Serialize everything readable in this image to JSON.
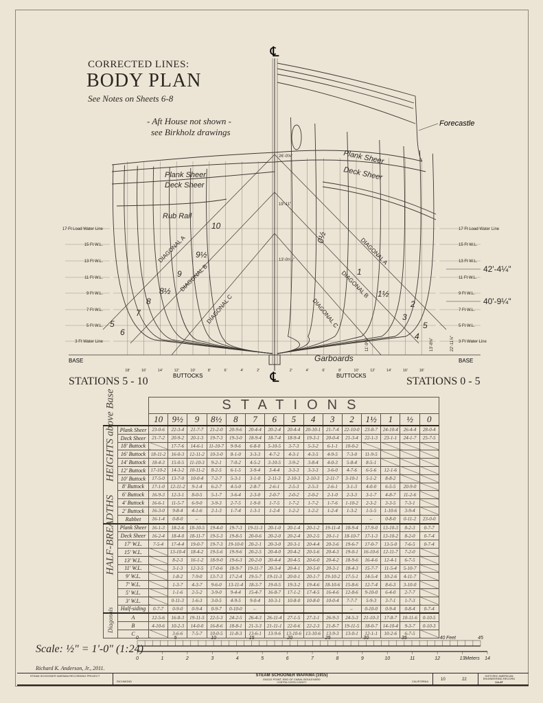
{
  "title": {
    "line1": "CORRECTED LINES:",
    "line2": "BODY PLAN",
    "line3": "See Notes on Sheets 6-8"
  },
  "note": {
    "line1": "- Aft House not shown -",
    "line2": "see Birkholz drawings"
  },
  "drawing": {
    "centerline_symbol": "℄",
    "forecastle": "Forecastle",
    "plank_sheer": "Plank Sheer",
    "deck_sheer": "Deck Sheer",
    "rub_rail": "Rub Rail",
    "garboards": "Garboards",
    "waterlines": [
      "17 Ft Load Water Line",
      "15 Ft W.L.",
      "13 Ft W.L.",
      "11 Ft W.L.",
      "9 Ft W.L.",
      "7 Ft W.L.",
      "5 Ft W.L.",
      "3 Ft Water Line"
    ],
    "base": "BASE",
    "buttocks": "BUTTOCKS",
    "buttock_ticks_left": [
      "18'",
      "16'",
      "14'",
      "12'",
      "10'",
      "8'",
      "6'",
      "4'",
      "2'"
    ],
    "buttock_ticks_right": [
      "2'",
      "4'",
      "6'",
      "8'",
      "10'",
      "12'",
      "14'",
      "16'",
      "18'"
    ],
    "station_labels_left": [
      "10",
      "9½",
      "9",
      "8½",
      "8",
      "7",
      "6",
      "5"
    ],
    "station_labels_right": [
      "0½",
      "1",
      "1½",
      "2",
      "3",
      "5",
      "4"
    ],
    "diagonals": [
      "DIAGONAL A",
      "DIAGONAL B",
      "DIAGONAL C"
    ],
    "dims": {
      "d1": "26'-0⅝\"",
      "d2": "19'-11\"",
      "d3": "13'-0⁵⁄₁₆\"",
      "d4": "42'-4¼\"",
      "d5": "40'-9¼\"",
      "v1": "11'-9¼\"",
      "v2": "13'-8⅛\"",
      "v3": "22'-11⅞\""
    },
    "stations_left": "STATIONS 5 - 10",
    "stations_right": "STATIONS 0 - 5"
  },
  "offsets": {
    "header": "STATIONS",
    "stations": [
      "10",
      "9½",
      "9",
      "8½",
      "8",
      "7",
      "6",
      "5",
      "4",
      "3",
      "2",
      "1½",
      "1",
      "½",
      "0"
    ],
    "sections": [
      {
        "name": "HEIGHTS above Base",
        "rows": [
          {
            "label": "Plank Sheer",
            "values": [
              "23-0-6",
              "22-3-4",
              "21-7-7",
              "21-2-0",
              "20-9-6",
              "20-4-4",
              "20-2-4",
              "20-4-4",
              "20-10-1",
              "21-7-4",
              "22-10-0",
              "23-8-7",
              "24-10-4",
              "26-4-4",
              "28-0-4"
            ]
          },
          {
            "label": "Deck Sheer",
            "values": [
              "21-7-2",
              "20-9-2",
              "20-1-3",
              "19-7-3",
              "19-3-0",
              "18-9-4",
              "18-7-4",
              "18-9-4",
              "19-3-1",
              "20-0-4",
              "21-3-4",
              "22-1-3",
              "23-1-1",
              "24-1-7",
              "25-7-5"
            ]
          },
          {
            "label": "18' Buttock",
            "values": [
              null,
              "17-7-6",
              "14-6-1",
              "11-10-7",
              "9-9-6",
              "6-8-0",
              "5-10-5",
              "3-7-3",
              "5-3-2",
              "6-1-1",
              "10-0-2",
              null,
              null,
              null,
              null
            ]
          },
          {
            "label": "16' Buttock",
            "values": [
              "18-11-2",
              "16-0-3",
              "12-11-2",
              "10-3-0",
              "8-1-0",
              "3-3-3",
              "4-7-2",
              "4-3-1",
              "4-3-5",
              "4-9-5",
              "7-3-0",
              "11-9-5",
              null,
              null,
              null
            ]
          },
          {
            "label": "14' Buttock",
            "values": [
              "18-4-3",
              "15-0-5",
              "11-10-3",
              "9-2-1",
              "7-0-2",
              "4-5-2",
              "3-10-5",
              "3-9-2",
              "3-8-4",
              "4-0-3",
              "5-8-4",
              "8-5-1",
              null,
              null,
              null
            ]
          },
          {
            "label": "12' Buttock",
            "values": [
              "17-10-2",
              "14-3-2",
              "10-11-2",
              "8-2-5",
              "6-1-5",
              "3-9-4",
              "3-4-4",
              "3-3-3",
              "3-3-3",
              "3-6-0",
              "4-7-6",
              "6-5-6",
              "12-1-6",
              null,
              null
            ]
          },
          {
            "label": "10' Buttock",
            "values": [
              "17-5-0",
              "13-7-0",
              "10-0-4",
              "7-2-7",
              "5-3-1",
              "3-1-0",
              "2-11-3",
              "2-10-3",
              "2-10-3",
              "2-11-7",
              "3-10-1",
              "5-1-2",
              "8-8-2",
              null,
              null
            ]
          },
          {
            "label": "8' Buttock",
            "values": [
              "17-1-0",
              "12-11-2",
              "9-1-4",
              "6-2-7",
              "4-5-0",
              "2-8-7",
              "2-6-1",
              "2-5-3",
              "2-5-3",
              "2-6-1",
              "3-1-3",
              "4-0-0",
              "6-5-5",
              "20-9-0",
              null
            ]
          },
          {
            "label": "6' Buttock",
            "values": [
              "16-9-3",
              "12-3-1",
              "8-0-5",
              "5-1-7",
              "3-6-4",
              "2-3-0",
              "2-0-7",
              "2-0-2",
              "2-0-2",
              "2-1-0",
              "2-3-3",
              "3-1-7",
              "4-8-7",
              "11-2-6",
              null
            ]
          },
          {
            "label": "4' Buttock",
            "values": [
              "16-6-1",
              "11-5-7",
              "6-9-0",
              "3-9-3",
              "2-7-5",
              "1-9-0",
              "1-7-5",
              "1-7-2",
              "1-7-2",
              "1-7-6",
              "1-10-2",
              "2-3-2",
              "3-3-5",
              "7-3-1",
              null
            ]
          },
          {
            "label": "2' Buttock",
            "values": [
              "16-3-0",
              "9-8-4",
              "4-1-6",
              "2-1-3",
              "1-7-4",
              "1-3-1",
              "1-2-4",
              "1-2-2",
              "1-2-2",
              "1-2-4",
              "1-3-2",
              "1-5-5",
              "1-10-6",
              "3-9-4",
              null
            ]
          },
          {
            "label": "Rabbet",
            "values": [
              "16-1-4",
              "0-8-0",
              "←",
              "",
              "",
              "",
              "",
              "",
              "",
              "",
              "",
              "←",
              "0-8-0",
              "0-11-2",
              "23-0-0"
            ]
          }
        ]
      },
      {
        "name": "HALF-BREADTHS",
        "rows": [
          {
            "label": "Plank Sheer",
            "values": [
              "16-1-3",
              "18-2-6",
              "18-10-5",
              "19-4-0",
              "19-7-3",
              "19-11-3",
              "20-1-0",
              "20-1-4",
              "20-1-2",
              "19-11-4",
              "18-9-4",
              "17-9-0",
              "13-10-3",
              "8-2-3",
              "0-7-7"
            ]
          },
          {
            "label": "Deck Sheer",
            "values": [
              "16-2-4",
              "18-4-0",
              "18-11-7",
              "19-5-3",
              "19-8-5",
              "20-0-6",
              "20-2-0",
              "20-2-4",
              "20-2-5",
              "20-1-1",
              "18-10-7",
              "17-1-3",
              "13-10-2",
              "8-2-0",
              "0-7-4"
            ]
          },
          {
            "label": "17' W.L.",
            "values": [
              "7-5-4",
              "17-4-4",
              "19-0-7",
              "19-7-3",
              "19-10-0",
              "20-2-1",
              "20-3-0",
              "20-3-1",
              "20-4-4",
              "20-3-6",
              "19-6-7",
              "17-0-7",
              "13-5-0",
              "7-6-5",
              "0-7-4"
            ]
          },
          {
            "label": "15' W.L.",
            "values": [
              null,
              "13-10-4",
              "18-4-2",
              "19-5-6",
              "19-9-6",
              "20-2-5",
              "20-4-0",
              "20-4-2",
              "20-5-6",
              "20-4-3",
              "19-0-1",
              "16-10-6",
              "12-11-7",
              "7-2-0",
              null
            ]
          },
          {
            "label": "13' W.L.",
            "values": [
              null,
              "8-2-3",
              "16-1-2",
              "18-9-0",
              "19-6-3",
              "20-2-0",
              "20-4-4",
              "20-4-5",
              "20-6-0",
              "20-4-2",
              "18-9-6",
              "16-4-6",
              "12-4-1",
              "6-7-5",
              null
            ]
          },
          {
            "label": "11' W.L.",
            "values": [
              null,
              "3-1-3",
              "12-3-5",
              "17-0-6",
              "18-9-7",
              "19-11-7",
              "20-3-4",
              "20-4-1",
              "20-5-0",
              "20-3-1",
              "18-4-3",
              "15-7-7",
              "11-5-4",
              "5-10-7",
              null
            ]
          },
          {
            "label": "9' W.L.",
            "values": [
              null,
              "1-8-2",
              "7-9-0",
              "13-7-3",
              "17-2-4",
              "19-5-7",
              "19-11-3",
              "20-0-1",
              "20-1-7",
              "19-10-2",
              "17-5-1",
              "14-5-4",
              "10-2-6",
              "4-11-7",
              null
            ]
          },
          {
            "label": "7' W.L.",
            "values": [
              null,
              "1-3-7",
              "4-3-7",
              "9-6-0",
              "13-11-4",
              "18-3-7",
              "19-0-5",
              "19-3-2",
              "19-4-6",
              "18-10-6",
              "15-8-6",
              "12-7-4",
              "8-6-3",
              "3-10-0",
              null
            ]
          },
          {
            "label": "5' W.L.",
            "values": [
              null,
              "1-1-6",
              "2-5-2",
              "3-9-0",
              "9-4-4",
              "15-4-7",
              "16-8-7",
              "17-1-2",
              "17-4-5",
              "16-4-6",
              "12-8-6",
              "9-10-0",
              "6-4-0",
              "2-7-7",
              null
            ]
          },
          {
            "label": "3' W.L.",
            "values": [
              null,
              "0-11-3",
              "1-6-3",
              "3-0-5",
              "4-9-5",
              "9-0-4",
              "10-3-1",
              "10-8-0",
              "10-8-0",
              "10-0-4",
              "7-7-7",
              "5-9-3",
              "3-7-1",
              "1-7-3",
              null
            ]
          },
          {
            "label": "Half-siding",
            "values": [
              "0-7-7",
              "0-9-0",
              "0-9-4",
              "0-9-7",
              "0-10-0",
              "←",
              "",
              "",
              "",
              "",
              "←",
              "0-10-0",
              "0-9-4",
              "0-8-4",
              "0-7-4"
            ]
          }
        ]
      },
      {
        "name": "Diagonals",
        "rows": [
          {
            "label": "A",
            "values": [
              "12-5-6",
              "16-8-3",
              "19-11-5",
              "22-5-3",
              "24-2-5",
              "26-4-3",
              "26-11-4",
              "27-1-5",
              "27-3-1",
              "26-9-3",
              "24-5-3",
              "21-10-3",
              "17-8-7",
              "10-11-6",
              "0-10-5"
            ]
          },
          {
            "label": "B",
            "values": [
              "4-10-6",
              "10-2-3",
              "14-0-0",
              "16-8-6",
              "18-8-1",
              "21-3-3",
              "21-11-1",
              "22-0-6",
              "22-2-3",
              "21-8-7",
              "19-11-5",
              "18-0-7",
              "14-10-4",
              "9-3-7",
              "0-10-3"
            ]
          },
          {
            "label": "C",
            "values": [
              null,
              "3-6-6",
              "7-5-7",
              "10-0-5",
              "11-8-3",
              "13-6-1",
              "13-9-6",
              "13-10-6",
              "13-10-6",
              "13-9-3",
              "13-0-1",
              "12-1-1",
              "10-2-6",
              "6-7-5",
              null
            ]
          }
        ]
      }
    ]
  },
  "scale": {
    "label": "Scale: ½\" = 1'-0\" (1:24)",
    "feet_ticks": [
      "0",
      "5",
      "10",
      "15",
      "20",
      "25",
      "30",
      "35",
      "40",
      "45"
    ],
    "feet_unit": "Feet",
    "meter_ticks": [
      "0",
      "1",
      "2",
      "3",
      "4",
      "5",
      "6",
      "7",
      "8",
      "9",
      "10",
      "11",
      "12",
      "13",
      "14"
    ],
    "meter_unit": "Meters"
  },
  "title_block": {
    "delineator": "Richard K. Anderson, Jr., 2011.",
    "project": "STEAM SCHOONER WAPAMA RECORDING PROJECT",
    "city": "RICHMOND",
    "vessel": "STEAM SCHOONER WAPAMA (1915)",
    "location1": "EAGLE POINT, END OF CANAL BOULEVARD",
    "location2": "CONTRA COSTA COUNTY",
    "state": "CALIFORNIA",
    "sheet": "10",
    "of_sheets": "22",
    "agency": "HISTORIC AMERICAN ENGINEERING RECORD",
    "record_no": "CA-87"
  }
}
